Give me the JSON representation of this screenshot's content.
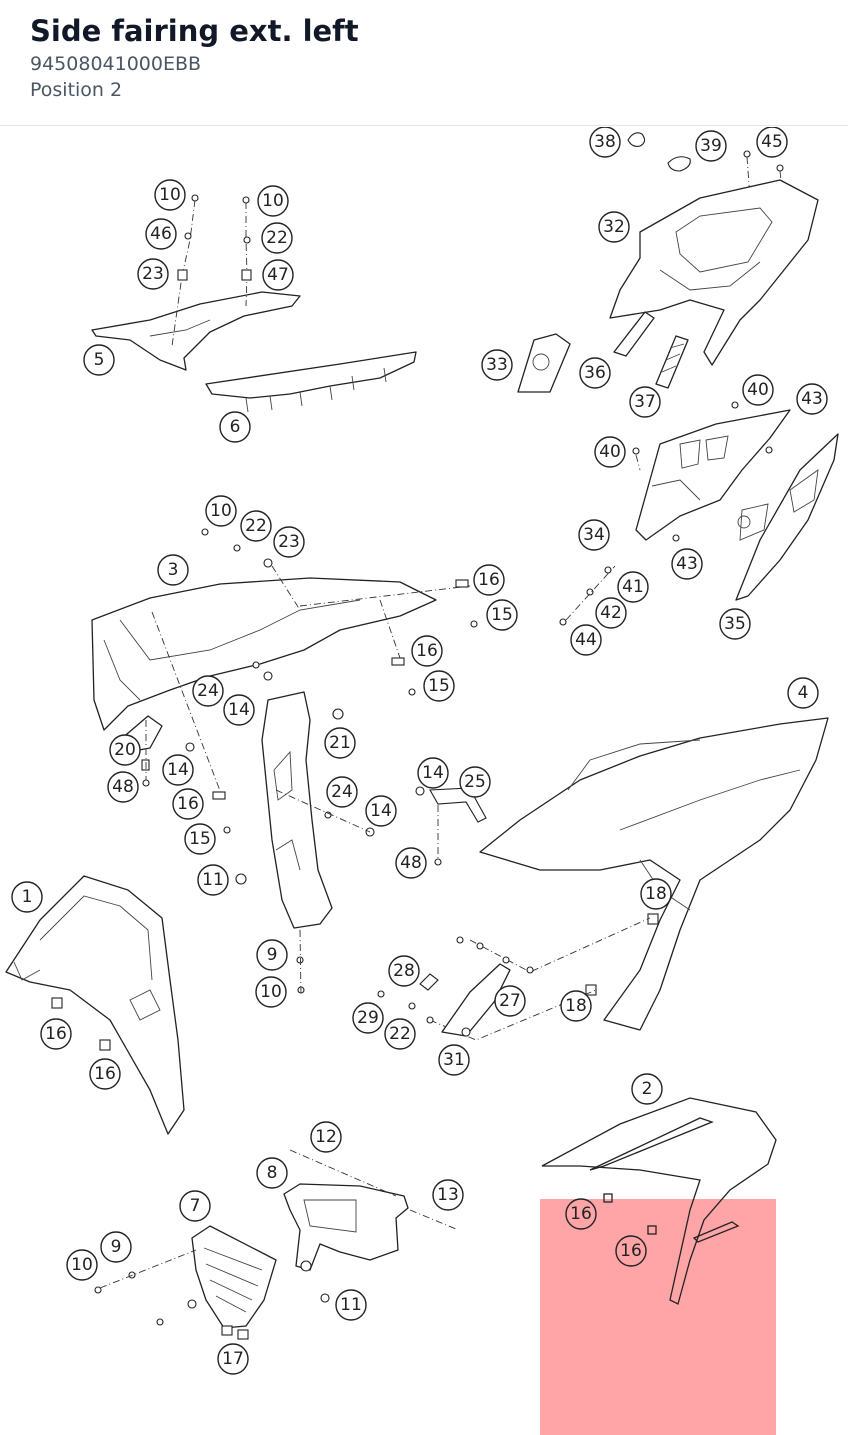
{
  "header": {
    "title": "Side fairing ext. left",
    "part_number": "94508041000EBB",
    "position": "Position 2"
  },
  "diagram": {
    "highlight_color": "#ffa5a8",
    "callouts": [
      "38",
      "39",
      "45",
      "32",
      "33",
      "36",
      "37",
      "10",
      "46",
      "23",
      "10",
      "22",
      "47",
      "5",
      "6",
      "40",
      "43",
      "40",
      "34",
      "43",
      "41",
      "42",
      "44",
      "35",
      "10",
      "22",
      "23",
      "3",
      "16",
      "15",
      "16",
      "15",
      "24",
      "14",
      "21",
      "20",
      "14",
      "48",
      "16",
      "15",
      "24",
      "14",
      "11",
      "14",
      "25",
      "48",
      "4",
      "1",
      "16",
      "16",
      "18",
      "9",
      "10",
      "28",
      "27",
      "29",
      "22",
      "31",
      "18",
      "2",
      "16",
      "16",
      "12",
      "8",
      "13",
      "7",
      "9",
      "10",
      "11",
      "17"
    ]
  }
}
